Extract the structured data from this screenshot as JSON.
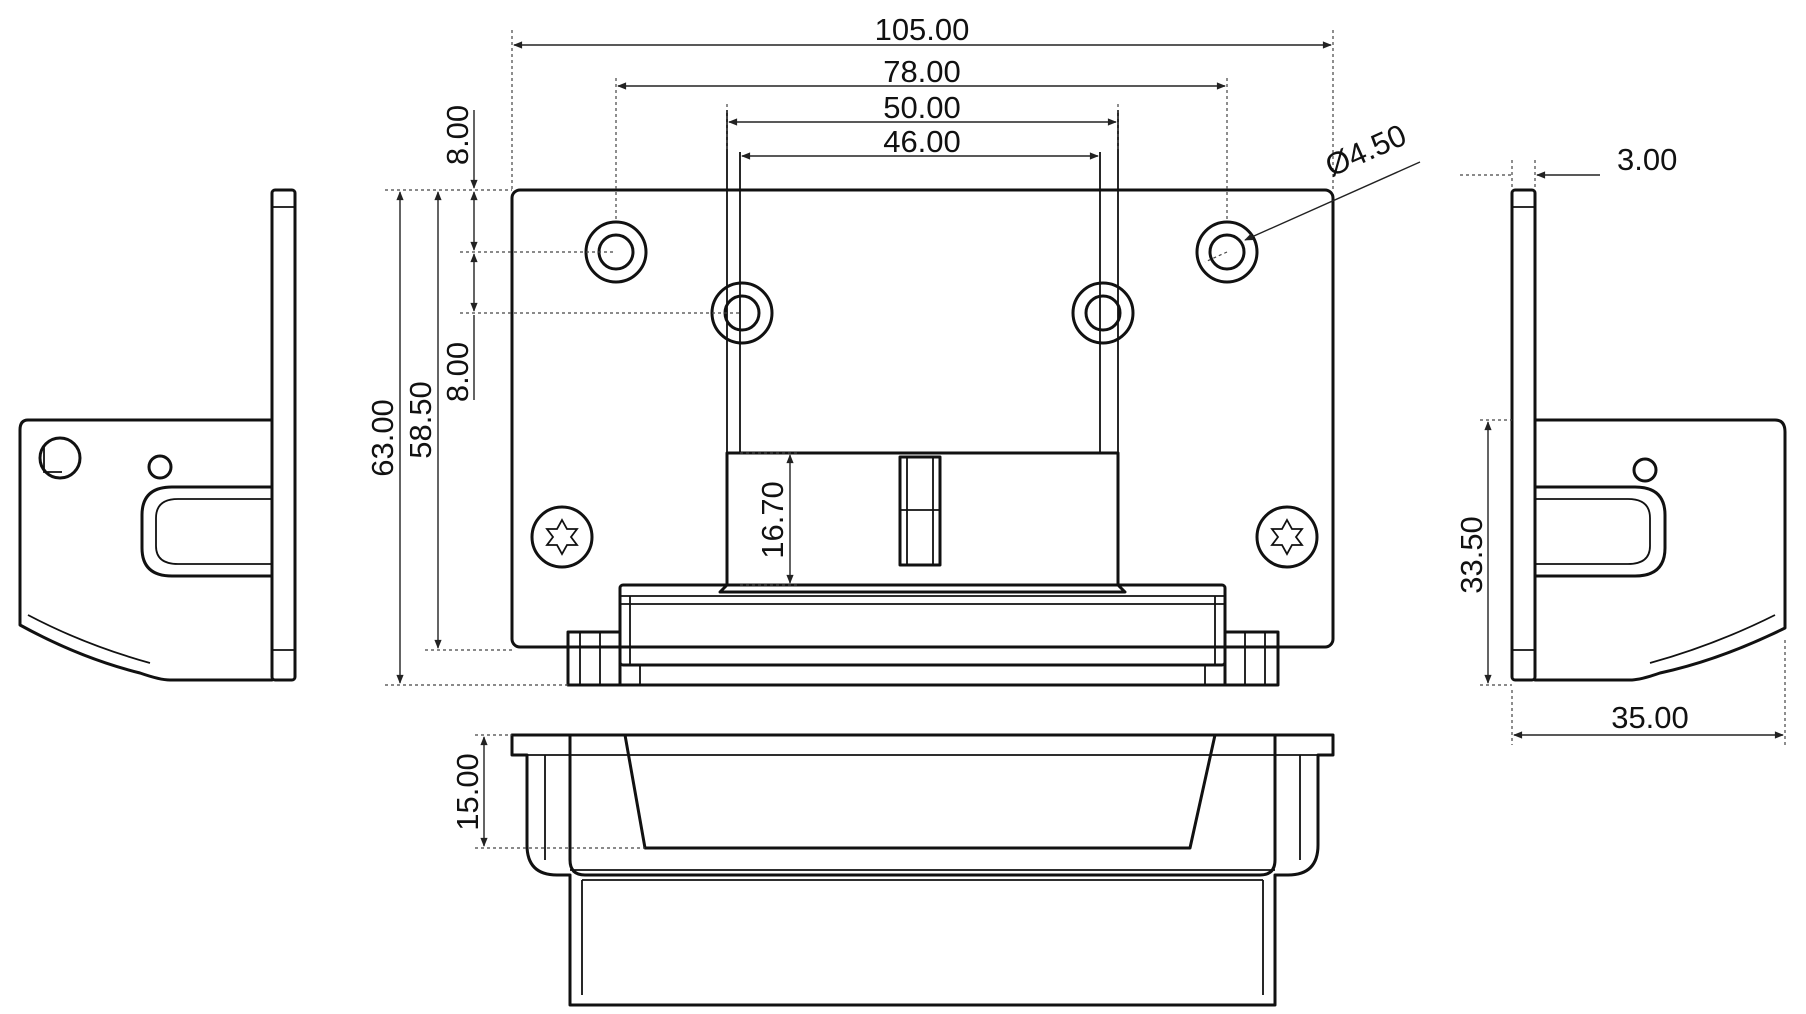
{
  "colors": {
    "line": "#111111",
    "background": "#ffffff"
  },
  "dimensions": {
    "width_overall": "105.00",
    "hole_spacing_outer": "78.00",
    "hole_spacing_inner": "50.00",
    "inner_width": "46.00",
    "hole_diameter": "Ø4.50",
    "hole_offset_top": "8.00",
    "hole_offset_step": "8.00",
    "height_overall": "63.00",
    "height_plate": "58.50",
    "tab_height": "16.70",
    "plate_thickness": "3.00",
    "side_height": "33.50",
    "depth": "35.00",
    "bottom_height": "15.00"
  }
}
